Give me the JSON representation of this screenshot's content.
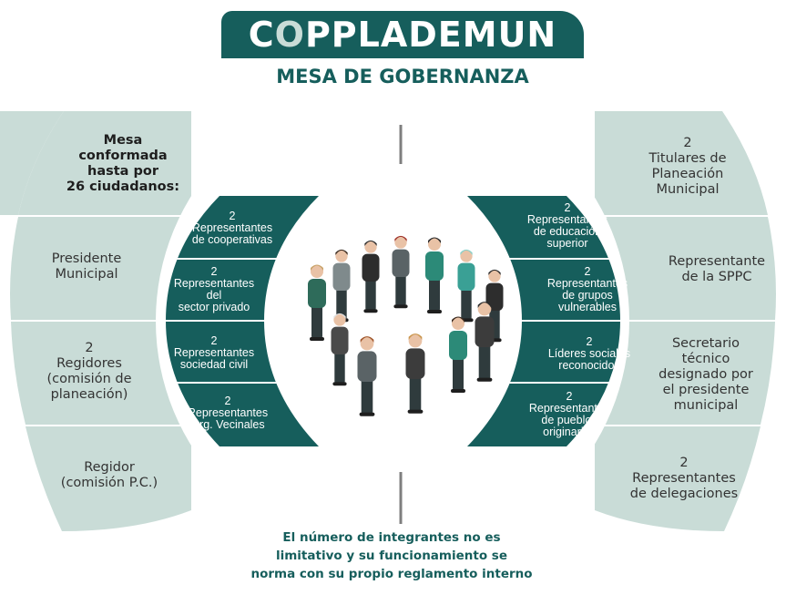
{
  "title": {
    "prefix": "C",
    "o": "O",
    "rest": "PPLADEMUN"
  },
  "subtitle": "MESA DE GOBERNANZA",
  "left_outer": [
    {
      "id": "mesa",
      "lines": [
        "Mesa",
        "conformada",
        "hasta por",
        "26 ciudadanos:"
      ],
      "bold": true
    },
    {
      "id": "presidente",
      "lines": [
        "Presidente",
        "Municipal"
      ]
    },
    {
      "id": "regidores",
      "lines": [
        "2",
        "Regidores",
        "(comisión de",
        "planeación)"
      ]
    },
    {
      "id": "regidor",
      "lines": [
        "Regidor",
        "(comisión P.C.)"
      ]
    }
  ],
  "right_outer": [
    {
      "id": "titulares",
      "lines": [
        "2",
        "Titulares de",
        "Planeación",
        "Municipal"
      ]
    },
    {
      "id": "spcc",
      "lines": [
        "Representante",
        "de la SPPC"
      ]
    },
    {
      "id": "secretario",
      "lines": [
        "Secretario",
        "técnico",
        "designado por",
        "el presidente",
        "municipal"
      ]
    },
    {
      "id": "delegaciones",
      "lines": [
        "2",
        "Representantes",
        "de delegaciones"
      ]
    }
  ],
  "left_inner": [
    {
      "id": "cooperativas",
      "lines": [
        "2",
        "Representantes",
        "de cooperativas"
      ]
    },
    {
      "id": "sector-privado",
      "lines": [
        "2",
        "Representantes",
        "del",
        "sector privado"
      ]
    },
    {
      "id": "sociedad-civil",
      "lines": [
        "2",
        "Representantes",
        "sociedad civil"
      ]
    },
    {
      "id": "org-vecinales",
      "lines": [
        "2",
        "Representantes",
        "Org. Vecinales"
      ]
    }
  ],
  "right_inner": [
    {
      "id": "educacion",
      "lines": [
        "2",
        "Representantes",
        "de educación",
        "superior"
      ]
    },
    {
      "id": "vulnerables",
      "lines": [
        "2",
        "Representantes",
        "de grupos",
        "vulnerables"
      ]
    },
    {
      "id": "lideres",
      "lines": [
        "2",
        "Líderes sociales",
        "reconocidos"
      ]
    },
    {
      "id": "pueblos",
      "lines": [
        "2",
        "Representantes",
        "de pueblos",
        "originarios"
      ]
    }
  ],
  "footer_lines": [
    "El número de integrantes no es",
    "limitativo y su funcionamiento se",
    "norma con su propio reglamento interno"
  ],
  "colors": {
    "dark_teal": "#165e5c",
    "light_teal": "#c9dcd7",
    "text_dark": "#333333",
    "divider": "#ffffff"
  },
  "people_icons": [
    "person-hat-icon",
    "person-woman-icon",
    "person-graduate-icon",
    "person-woman-red-icon",
    "person-man-icon",
    "person-doctor-icon",
    "person-woman-backpack-icon",
    "person-woman-glasses-icon",
    "person-woman-phone-icon",
    "person-man-tall-icon",
    "person-woman-blonde-icon",
    "person-man-glasses-icon",
    "person-woman-elder-icon",
    "person-man-suit-icon"
  ]
}
